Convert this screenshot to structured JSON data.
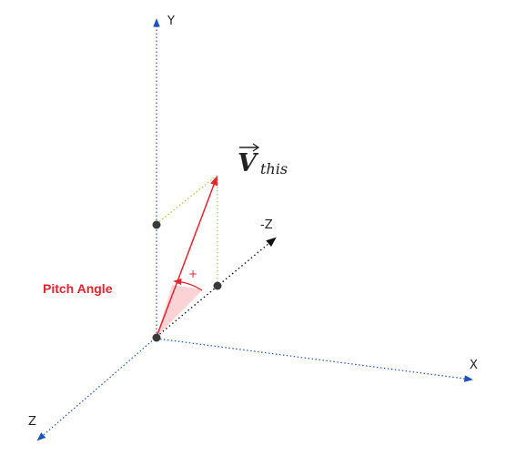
{
  "axes": {
    "y_label": "Y",
    "x_label": "X",
    "z_label": "Z",
    "neg_z_label": "-Z"
  },
  "annotation": {
    "pitch_label": "Pitch Angle"
  },
  "vector": {
    "symbol": "V",
    "subscript": "this"
  },
  "colors": {
    "axis_blue": "#1a52c4",
    "vector_red": "#e8232d",
    "projection_green": "#9acd32",
    "pitch_fill": "#fbd3d6",
    "point": "#3a3a3a"
  }
}
